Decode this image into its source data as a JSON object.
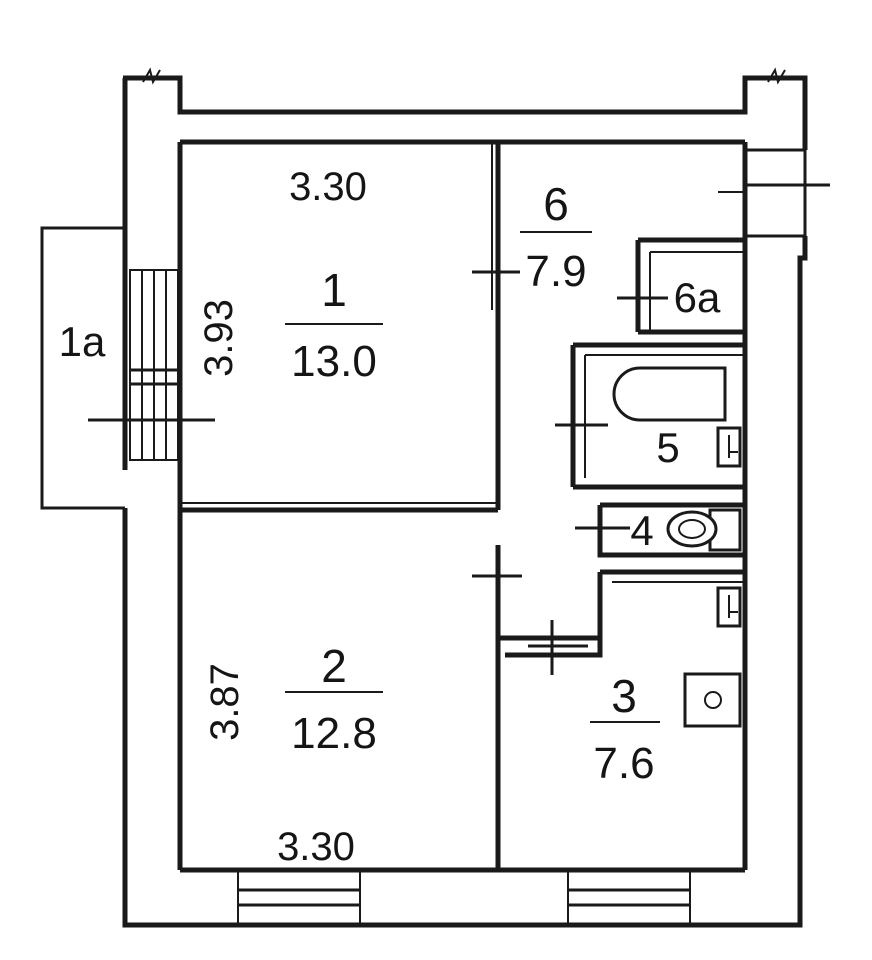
{
  "plan": {
    "rooms": [
      {
        "number": "1",
        "area": "13.0"
      },
      {
        "number": "2",
        "area": "12.8"
      },
      {
        "number": "3",
        "area": "7.6"
      },
      {
        "number": "4",
        "area": ""
      },
      {
        "number": "5",
        "area": ""
      },
      {
        "number": "6",
        "area": "7.9"
      },
      {
        "number": "1a",
        "area": ""
      },
      {
        "number": "6a",
        "area": ""
      }
    ],
    "dimensions": {
      "room1_width": "3.30",
      "room1_depth": "3.93",
      "room2_depth": "3.87",
      "room2_width": "3.30"
    }
  }
}
